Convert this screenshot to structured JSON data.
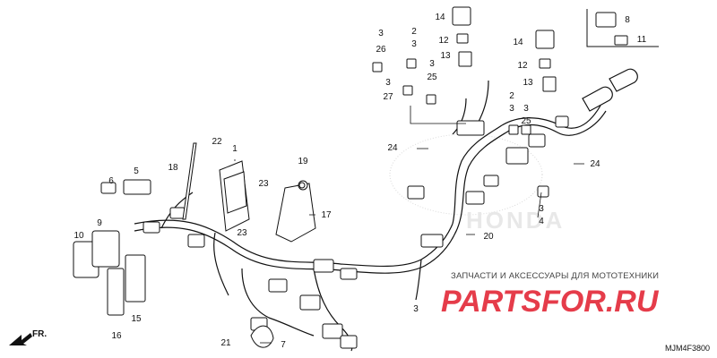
{
  "diagram_code": "MJM4F3800",
  "banner_text": "ЗАПЧАСТИ И АКСЕССУАРЫ ДЛЯ МОТОТЕХНИКИ",
  "watermark_brand": "PARTSFOR.RU",
  "front_label": "FR.",
  "background_brand": "HONDA",
  "colors": {
    "ink": "#111111",
    "watermark": "#e11b2b",
    "harness_shade": "#c8c8c8"
  },
  "callouts": [
    {
      "id": "c1",
      "label": "1"
    },
    {
      "id": "c2a",
      "label": "2"
    },
    {
      "id": "c3a",
      "label": "3"
    },
    {
      "id": "c13a",
      "label": "13"
    },
    {
      "id": "c14a",
      "label": "14"
    },
    {
      "id": "c12a",
      "label": "12"
    },
    {
      "id": "c3b",
      "label": "3"
    },
    {
      "id": "c26",
      "label": "26"
    },
    {
      "id": "c3c",
      "label": "3"
    },
    {
      "id": "c25a",
      "label": "25"
    },
    {
      "id": "c3d",
      "label": "3"
    },
    {
      "id": "c27",
      "label": "27"
    },
    {
      "id": "c8",
      "label": "8"
    },
    {
      "id": "c11",
      "label": "11"
    },
    {
      "id": "c14b",
      "label": "14"
    },
    {
      "id": "c12b",
      "label": "12"
    },
    {
      "id": "c13b",
      "label": "13"
    },
    {
      "id": "c2b",
      "label": "2"
    },
    {
      "id": "c3e",
      "label": "3"
    },
    {
      "id": "c3f",
      "label": "3"
    },
    {
      "id": "c25b",
      "label": "25"
    },
    {
      "id": "c24a",
      "label": "24"
    },
    {
      "id": "c24b",
      "label": "24"
    },
    {
      "id": "c22",
      "label": "22"
    },
    {
      "id": "c18",
      "label": "18"
    },
    {
      "id": "c19",
      "label": "19"
    },
    {
      "id": "c23a",
      "label": "23"
    },
    {
      "id": "c23b",
      "label": "23"
    },
    {
      "id": "c17",
      "label": "17"
    },
    {
      "id": "c6",
      "label": "6"
    },
    {
      "id": "c5",
      "label": "5"
    },
    {
      "id": "c9",
      "label": "9"
    },
    {
      "id": "c10",
      "label": "10"
    },
    {
      "id": "c3g",
      "label": "3"
    },
    {
      "id": "c4",
      "label": "4"
    },
    {
      "id": "c20",
      "label": "20"
    },
    {
      "id": "c3h",
      "label": "3"
    },
    {
      "id": "c15",
      "label": "15"
    },
    {
      "id": "c16",
      "label": "16"
    },
    {
      "id": "c21",
      "label": "21"
    },
    {
      "id": "c7",
      "label": "7"
    }
  ]
}
